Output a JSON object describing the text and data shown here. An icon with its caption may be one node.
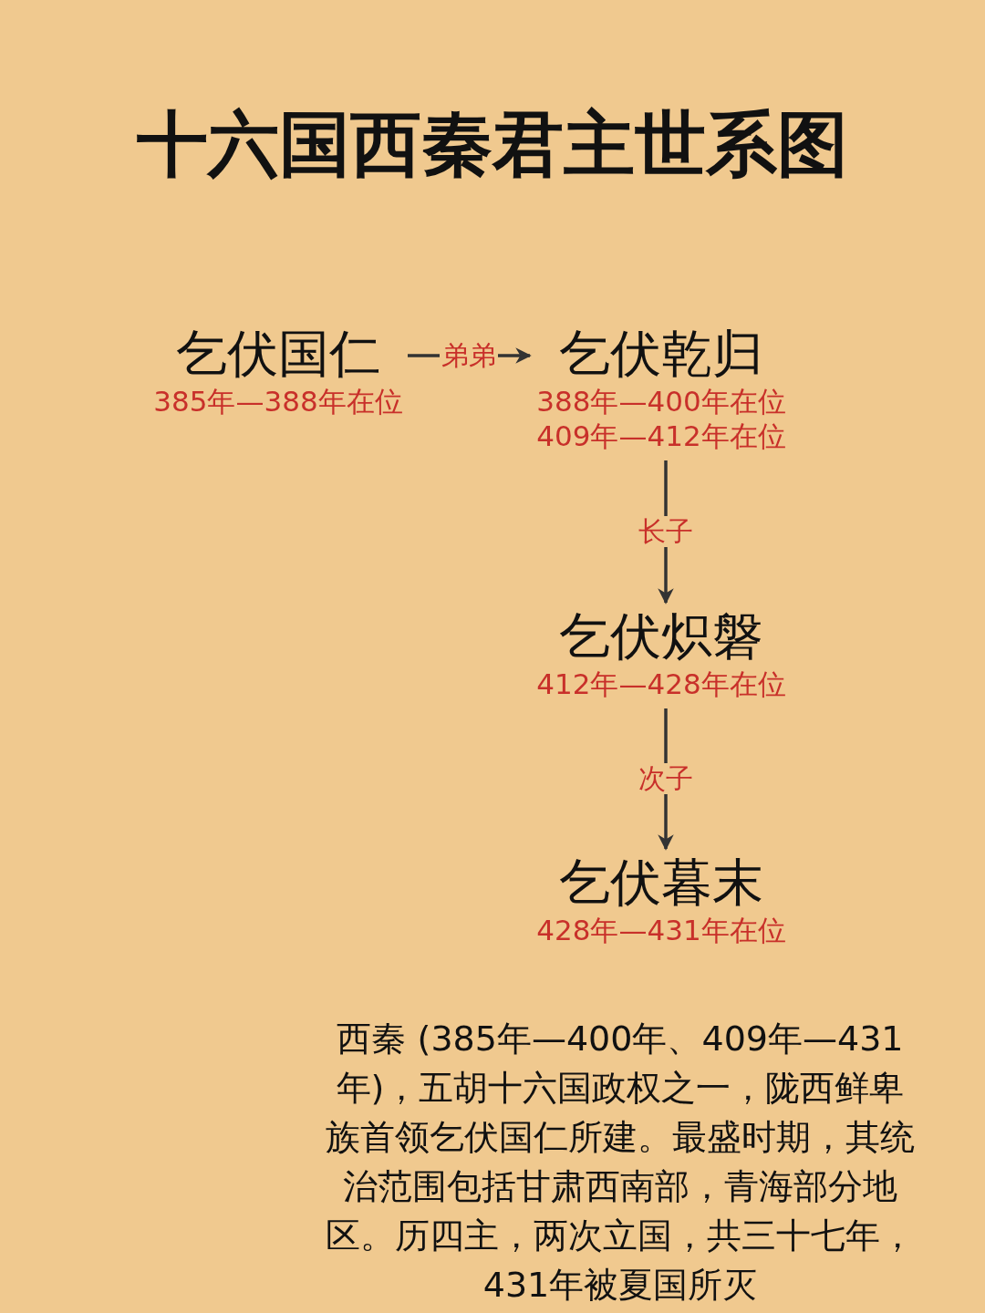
{
  "diagram": {
    "title": "十六国西秦君主世系图",
    "nodes": [
      {
        "text": [
          "乞伏国仁"
        ],
        "beside": [
          "385年—388年在位"
        ]
      },
      {
        "text": [
          "乞伏乾归"
        ],
        "beside": [
          "388年—400年在位",
          "409年—412年在位"
        ]
      },
      {
        "text": [
          "乞伏炽磐"
        ],
        "beside": [
          "412年—428年在位"
        ]
      },
      {
        "text": [
          "乞伏暮末"
        ],
        "beside": [
          "428年—431年在位"
        ]
      }
    ],
    "edges": [
      {
        "from": 0,
        "to": 1,
        "arrow": "to",
        "label": "弟弟"
      },
      {
        "from": 1,
        "to": 2,
        "arrow": "to",
        "label": "长子"
      },
      {
        "from": 2,
        "to": 3,
        "arrow": "to",
        "label": "次子"
      }
    ],
    "labels": [
      "西秦 (385年—400年、409年—431年)，五胡十六国政权之一，陇西鲜卑族首领乞伏国仁所建。最盛时期，其统治范围包括甘肃西南部，青海部分地区。历四主，两次立国，共三十七年，431年被夏国所灭"
    ]
  }
}
